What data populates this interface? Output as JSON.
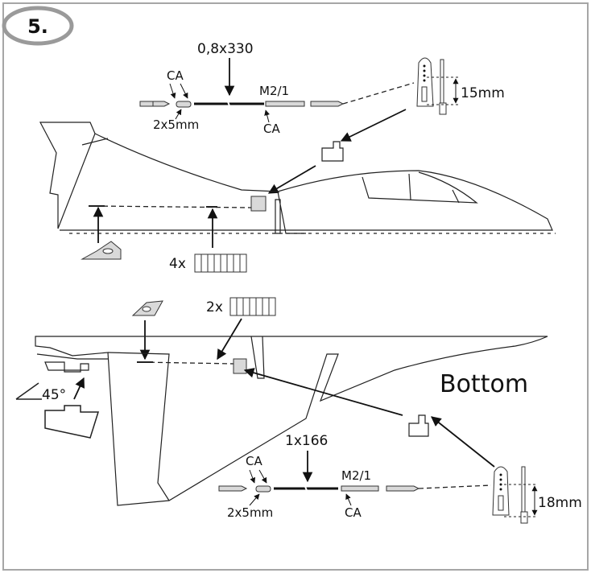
{
  "step": {
    "number": "5."
  },
  "top_assembly": {
    "rod_label": "0,8x330",
    "ca_label_left": "CA",
    "tube_label": "2x5mm",
    "thread_label": "M2/1",
    "ca_label_right": "CA",
    "horn_height": "15mm",
    "hinge_count": "4x"
  },
  "bottom_assembly": {
    "view_label": "Bottom",
    "hinge_count": "2x",
    "angle_label": "45°",
    "rod_label": "1x166",
    "ca_label_left": "CA",
    "tube_label": "2x5mm",
    "thread_label": "M2/1",
    "ca_label_right": "CA",
    "horn_height": "18mm"
  },
  "colors": {
    "frame": "#a6a6a6",
    "badge_ring": "#9a9a9a",
    "parts": "#d9d9d9",
    "ink": "#111111"
  }
}
